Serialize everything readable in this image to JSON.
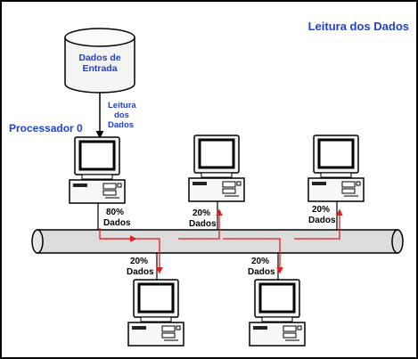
{
  "title": "Leitura dos Dados",
  "database": {
    "line1": "Dados de",
    "line2": "Entrada"
  },
  "read_label": {
    "line1": "Leitura",
    "line2": "dos",
    "line3": "Dados"
  },
  "processor_label": "Processador 0",
  "transfers": [
    {
      "pct": "80%",
      "unit": "Dados"
    },
    {
      "pct": "20%",
      "unit": "Dados"
    },
    {
      "pct": "20%",
      "unit": "Dados"
    },
    {
      "pct": "20%",
      "unit": "Dados"
    },
    {
      "pct": "20%",
      "unit": "Dados"
    }
  ],
  "colors": {
    "title": "#1f3fd6",
    "arrow": "#e02020",
    "bus": "#d9d9d9"
  }
}
